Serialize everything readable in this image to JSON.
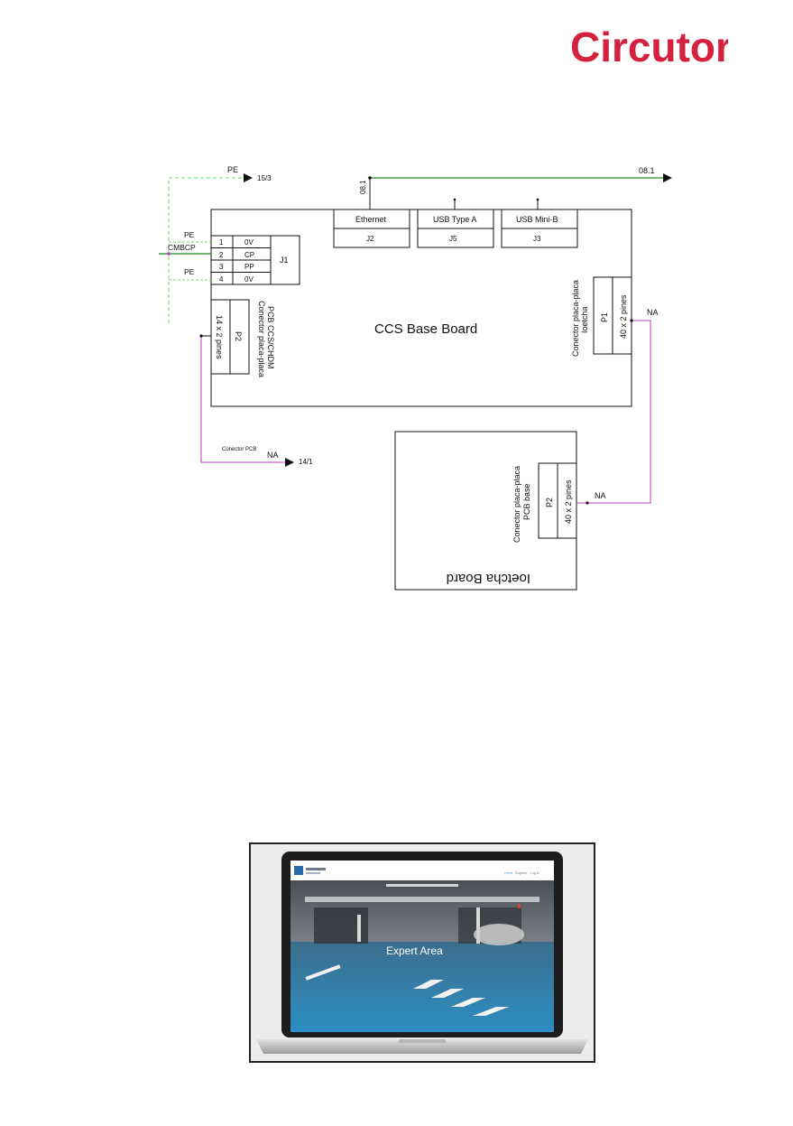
{
  "brand": {
    "name": "Circutor",
    "color": "#d4213d"
  },
  "diagram": {
    "top_signals": {
      "pe": "PE",
      "pe_ref": "15/3",
      "bus_label": "08.1",
      "bus_ref": "08.1"
    },
    "base_board": {
      "title": "CCS Base Board",
      "connectors": [
        {
          "name": "Ethernet",
          "ref": "J2"
        },
        {
          "name": "USB Type A",
          "ref": "J5"
        },
        {
          "name": "USB Mini-B",
          "ref": "J3"
        }
      ],
      "j1": {
        "ref": "J1",
        "left_labels": [
          "PE",
          "CMBCP",
          "PE"
        ],
        "pins": [
          {
            "num": "1",
            "sig": "0V"
          },
          {
            "num": "2",
            "sig": "CP"
          },
          {
            "num": "3",
            "sig": "PP"
          },
          {
            "num": "4",
            "sig": "0V"
          }
        ]
      },
      "p2": {
        "ref": "P2",
        "pins": "14 x 2 pines",
        "desc1": "Conector placa-placa",
        "desc2": "PCB CCS/CHDM"
      },
      "p1": {
        "ref": "P1",
        "pins": "40 x 2 pines",
        "desc1": "Conector placa-placa",
        "desc2": "Ioetcha",
        "net": "NA"
      }
    },
    "pcb_link": {
      "caption": "Conector PCB",
      "net": "NA",
      "ref": "14/1"
    },
    "ioetcha_board": {
      "title": "Ioetcha Board",
      "p2": {
        "ref": "P2",
        "pins": "40 x 2 pines",
        "desc1": "Conector placa-placa",
        "desc2": "PCB base",
        "net": "NA"
      }
    },
    "colors": {
      "wire": "#111111",
      "pe_wire": "#6cd66c",
      "cp_wire": "#1a8a1a",
      "na_wire": "#c23ac2"
    }
  },
  "screenshot": {
    "hero_text": "Expert Area",
    "nav": [
      "Home",
      "Register",
      "Log in"
    ]
  }
}
